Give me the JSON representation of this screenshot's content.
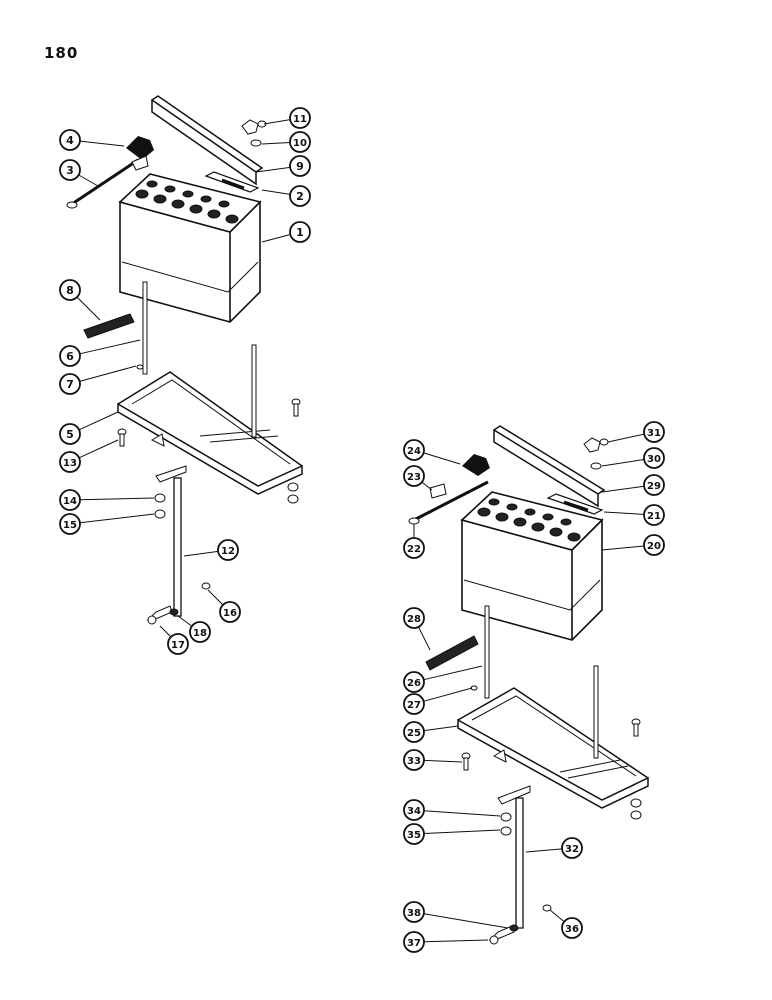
{
  "page_number": "180",
  "assemblies": [
    {
      "id": "upper-left",
      "callouts": [
        {
          "label": "1"
        },
        {
          "label": "2"
        },
        {
          "label": "3"
        },
        {
          "label": "4"
        },
        {
          "label": "5"
        },
        {
          "label": "6"
        },
        {
          "label": "7"
        },
        {
          "label": "8"
        },
        {
          "label": "9"
        },
        {
          "label": "10"
        },
        {
          "label": "11"
        },
        {
          "label": "12"
        },
        {
          "label": "13"
        },
        {
          "label": "14"
        },
        {
          "label": "15"
        },
        {
          "label": "16"
        },
        {
          "label": "17"
        },
        {
          "label": "18"
        }
      ]
    },
    {
      "id": "lower-right",
      "callouts": [
        {
          "label": "20"
        },
        {
          "label": "21"
        },
        {
          "label": "22"
        },
        {
          "label": "23"
        },
        {
          "label": "24"
        },
        {
          "label": "25"
        },
        {
          "label": "26"
        },
        {
          "label": "27"
        },
        {
          "label": "28"
        },
        {
          "label": "29"
        },
        {
          "label": "30"
        },
        {
          "label": "31"
        },
        {
          "label": "32"
        },
        {
          "label": "33"
        },
        {
          "label": "34"
        },
        {
          "label": "35"
        },
        {
          "label": "36"
        },
        {
          "label": "37"
        },
        {
          "label": "38"
        }
      ]
    }
  ]
}
